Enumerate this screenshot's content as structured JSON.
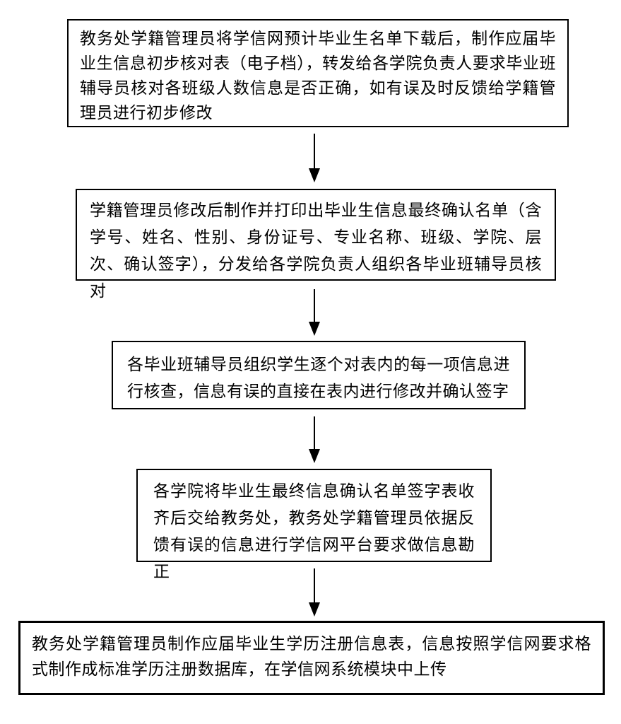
{
  "page": {
    "background_color": "#ffffff",
    "ink_color": "#000000"
  },
  "chart_data": {
    "type": "flowchart",
    "direction": "top-down",
    "steps": [
      {
        "order": 1,
        "text": "教务处学籍管理员将学信网预计毕业生名单下载后，制作应届毕业生信息初步核对表（电子档），转发给各学院负责人要求毕业班辅导员核对各班级人数信息是否正确，如有误及时反馈给学籍管理员进行初步修改"
      },
      {
        "order": 2,
        "text": "学籍管理员修改后制作并打印出毕业生信息最终确认名单（含学号、姓名、性别、身份证号、专业名称、班级、学院、层次、确认签字），分发给各学院负责人组织各毕业班辅导员核对"
      },
      {
        "order": 3,
        "text": "各毕业班辅导员组织学生逐个对表内的每一项信息进行核查，信息有误的直接在表内进行修改并确认签字"
      },
      {
        "order": 4,
        "text": "各学院将毕业生最终信息确认名单签字表收齐后交给教务处，教务处学籍管理员依据反馈有误的信息进行学信网平台要求做信息勘正"
      },
      {
        "order": 5,
        "text": "教务处学籍管理员制作应届毕业生学历注册信息表，信息按照学信网要求格式制作成标准学历注册数据库，在学信网系统模块中上传"
      }
    ],
    "connectors": [
      {
        "from": 1,
        "to": 2,
        "shape": "down-arrow"
      },
      {
        "from": 2,
        "to": 3,
        "shape": "down-arrow"
      },
      {
        "from": 3,
        "to": 4,
        "shape": "down-arrow"
      },
      {
        "from": 4,
        "to": 5,
        "shape": "down-arrow"
      }
    ]
  }
}
